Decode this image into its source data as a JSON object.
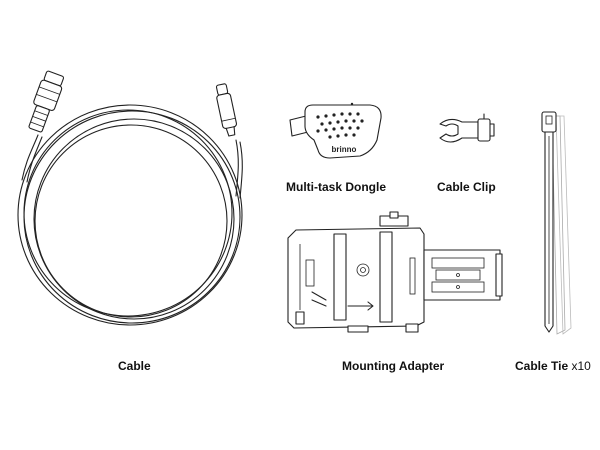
{
  "items": [
    {
      "id": "cable",
      "label": "Cable",
      "quantity": "",
      "icon": "coiled-cable-drawing"
    },
    {
      "id": "dongle",
      "label": "Multi-task Dongle",
      "quantity": "",
      "icon": "dongle-drawing",
      "logo_text": "brinno"
    },
    {
      "id": "clip",
      "label": "Cable Clip",
      "quantity": "",
      "icon": "cable-clip-drawing"
    },
    {
      "id": "adapter",
      "label": "Mounting Adapter",
      "quantity": "",
      "icon": "mounting-adapter-drawing"
    },
    {
      "id": "tie",
      "label": "Cable Tie",
      "quantity": "x10",
      "icon": "cable-tie-drawing"
    }
  ],
  "colors": {
    "line": "#222222",
    "background": "#ffffff"
  }
}
